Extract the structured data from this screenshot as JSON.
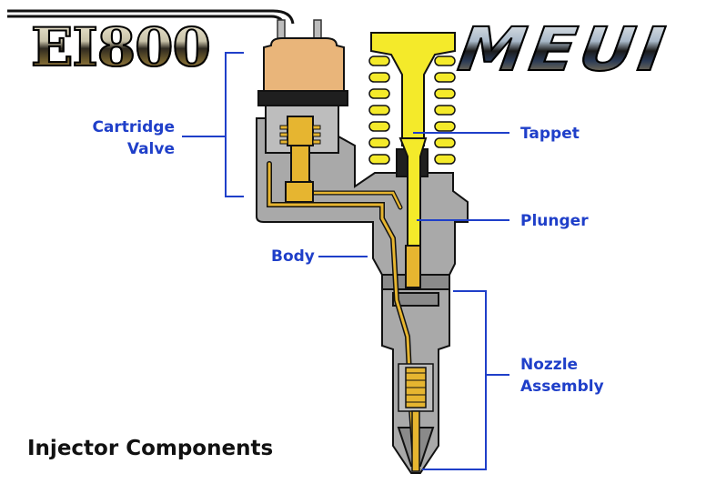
{
  "brand": {
    "left_text": "EI800",
    "right_text": "MEUI"
  },
  "labels": {
    "cartridge_valve": [
      "Cartridge",
      "Valve"
    ],
    "tappet": "Tappet",
    "plunger": "Plunger",
    "body": "Body",
    "nozzle_assembly": [
      "Nozzle",
      "Assembly"
    ]
  },
  "caption": "Injector Components",
  "colors": {
    "callout_blue": "#1f3fc9",
    "steel_gray": "#a9a9a9",
    "steel_dark": "#8a8a8a",
    "fuel_yellow": "#f4ea2a",
    "brass_gold": "#e6b530",
    "valve_copper": "#e9b57a",
    "valve_band": "#1f1f1f",
    "outline": "#111111"
  }
}
